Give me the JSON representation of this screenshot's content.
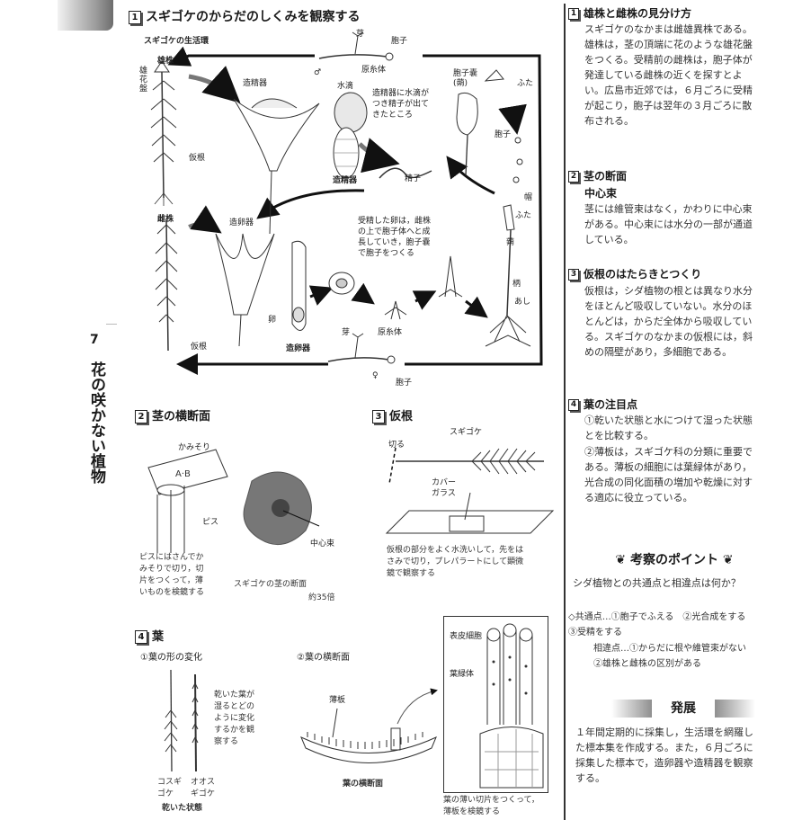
{
  "chapter": {
    "number": "7",
    "title": "花の咲かない植物"
  },
  "section1": {
    "num": "1",
    "title": "スギゴケのからだのしくみを観察する",
    "lifecycle_title": "スギゴケの生活環",
    "labels": {
      "male_plant": "雄株",
      "male_disk": "雄花盤",
      "antheridium_top": "造精器",
      "water_drop": "水滴",
      "water_caption": "造精器に水滴が\nつき精子が出て\nきたところ",
      "antheridium_bottom": "造精器",
      "sperm": "精子",
      "rhizoid_1": "仮根",
      "bud_top": "芽",
      "spore_top": "胞子",
      "protonema_top": "原糸体",
      "capsule": "胞子嚢\n(蒴)",
      "lid_1": "ふた",
      "spores": "胞子",
      "hood": "帽",
      "lid_2": "ふた",
      "capsule_2": "蒴",
      "seta": "柄",
      "foot": "あし",
      "female_plant": "雌株",
      "archegonium_top": "造卵器",
      "egg": "卵",
      "archegonium_bottom": "造卵器",
      "rhizoid_2": "仮根",
      "fertilized_caption": "受精した卵は，雌株\nの上で胞子体へと成\n長していき，胞子嚢\nで胞子をつくる",
      "bud_bottom": "芽",
      "protonema_bottom": "原糸体",
      "female_symbol": "♀",
      "spore_bottom": "胞子",
      "male_symbol": "♂"
    }
  },
  "section2": {
    "num": "2",
    "title": "茎の横断面",
    "razor": "かみそり",
    "pith": "ピス",
    "central": "中心束",
    "caption_left": "ピスにはさんでか\nみそりで切り，切\n片をつくって，薄\nいものを検鏡する",
    "caption_right": "スギゴケの茎の断面",
    "magnification": "約35倍"
  },
  "section3": {
    "num": "3",
    "title": "仮根",
    "cut": "切る",
    "moss": "スギゴケ",
    "cover": "カバー\nガラス",
    "caption": "仮根の部分をよく水洗いして，先をは\nさみで切り，プレパラートにして顕微\n鏡で観察する"
  },
  "section4": {
    "num": "4",
    "title": "葉",
    "sub1": "①葉の形の変化",
    "sub2": "②葉の横断面",
    "dry_caption": "乾いた葉が\n湿るとどの\nように変化\nするかを観\n察する",
    "left_name": "コスギ\nゴケ",
    "right_name": "オオス\nギゴケ",
    "dry_state": "乾いた状態",
    "lamella": "薄板",
    "cross_section": "葉の横断面",
    "epidermis": "表皮細胞",
    "chloroplast": "葉緑体",
    "thin_caption": "葉の薄い切片をつくって，\n薄板を検鏡する"
  },
  "right_column": {
    "r1": {
      "num": "1",
      "title": "雄株と雌株の見分け方",
      "text": "スギゴケのなかまは雌雄異株である。雄株は，茎の頂端に花のような雄花盤をつくる。受精前の雌株は，胞子体が発達している雌株の近くを探すとよい。広島市近郊では，６月ごろに受精が起こり，胞子は翌年の３月ごろに散布される。"
    },
    "r2": {
      "num": "2",
      "title": "茎の断面",
      "subtitle": "中心束",
      "text": "茎には維管束はなく，かわりに中心束がある。中心束には水分の一部が通道している。"
    },
    "r3": {
      "num": "3",
      "title": "仮根のはたらきとつくり",
      "text": "仮根は，シダ植物の根とは異なり水分をほとんど吸収していない。水分のほとんどは，からだ全体から吸収している。スギゴケのなかまの仮根には，斜めの隔壁があり，多細胞である。"
    },
    "r4": {
      "num": "4",
      "title": "葉の注目点",
      "item1": "①乾いた状態と水につけて湿った状態とを比較する。",
      "item2": "②薄板は，スギゴケ科の分類に重要である。薄板の細胞には葉緑体があり，光合成の同化面積の増加や乾燥に対する適応に役立っている。"
    },
    "kosatsu": {
      "title": "考察のポイント",
      "question": "シダ植物との共通点と相違点は何か？",
      "common": "◇共通点…①胞子でふえる　②光合成をする　③受精をする",
      "diff": "相違点…①からだに根や維管束がない　②雄株と雌株の区別がある"
    },
    "hatten": {
      "title": "発展",
      "text": "１年間定期的に採集し，生活環を網羅した標本集を作成する。また，６月ごろに採集した標本で，造卵器や造精器を観察する。"
    }
  }
}
